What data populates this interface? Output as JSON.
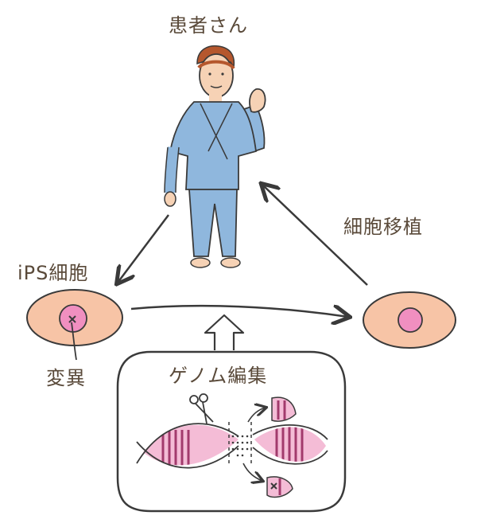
{
  "labels": {
    "patient": "患者さん",
    "ips_cell": "iPS細胞",
    "mutation": "変異",
    "transplant": "細胞移植",
    "genome_editing": "ゲノム編集"
  },
  "colors": {
    "ink": "#3a3a3a",
    "text": "#5a4a3a",
    "cell_body": "#f7c4a6",
    "nucleus": "#f08fc0",
    "dna_fill": "#f4bcd6",
    "dna_stripe": "#a23a6c",
    "gown": "#8fb7dd",
    "skin": "#f6d2b5",
    "hair": "#b5572d"
  },
  "icons": [
    "scissors-icon",
    "mutation-x-icon",
    "up-arrow-icon"
  ]
}
